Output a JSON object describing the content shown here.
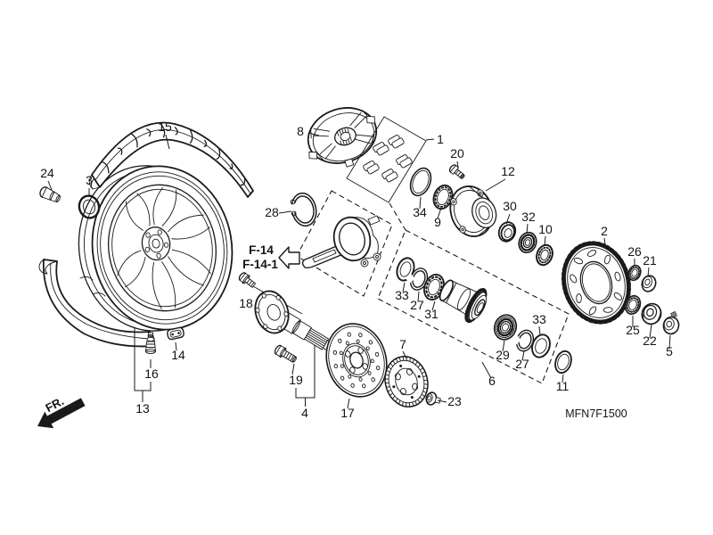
{
  "diagram": {
    "figure_code": "MFN7F1500",
    "direction_label": "FR.",
    "references": {
      "ref1": "F-14",
      "ref2": "F-14-1"
    },
    "parts": {
      "p1": "1",
      "p2": "2",
      "p3": "3",
      "p4": "4",
      "p5": "5",
      "p6": "6",
      "p7": "7",
      "p8": "8",
      "p9": "9",
      "p10": "10",
      "p11": "11",
      "p12": "12",
      "p13": "13",
      "p14": "14",
      "p15": "15",
      "p16": "16",
      "p17": "17",
      "p18": "18",
      "p19": "19",
      "p20": "20",
      "p21": "21",
      "p22": "22",
      "p23": "23",
      "p24": "24",
      "p25": "25",
      "p26": "26",
      "p27": "27",
      "p28": "28",
      "p29": "29",
      "p30": "30",
      "p31": "31",
      "p32": "32",
      "p33": "33",
      "p34": "34"
    }
  }
}
